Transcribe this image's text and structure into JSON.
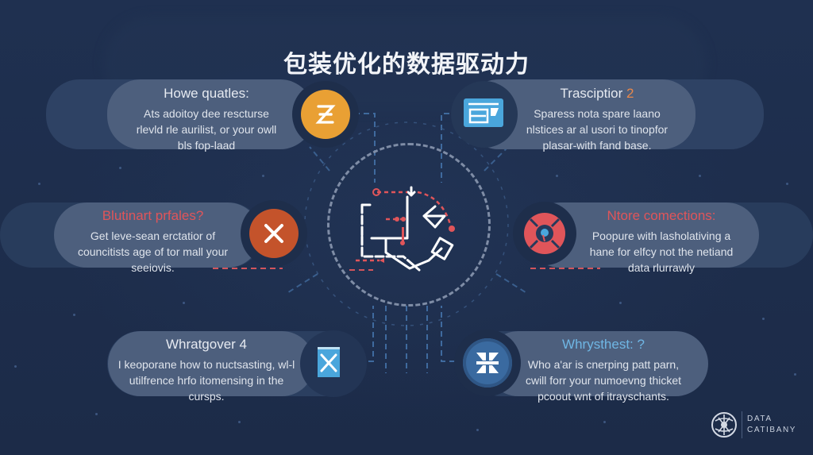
{
  "title": "包装优化的数据驱动力",
  "colors": {
    "background": "#1d2d4a",
    "pill_outer": "#2e4264",
    "pill_inner": "#4d5f7d",
    "accent_orange": "#e9a034",
    "accent_red": "#e0555a",
    "accent_rust": "#c4532b",
    "accent_blue": "#4aa6dc",
    "accent_steel_blue": "#3a6aa0"
  },
  "cards": [
    {
      "id": "top-left",
      "title": "Howe quatles:",
      "title_color": "#e6eaf1",
      "body": [
        "Ats adoitoy dee resctursе",
        "rlevld rle aurilist, or your owll",
        "bls fop-laad"
      ],
      "icon": "letter-z-icon",
      "icon_glyph": "Ƶ"
    },
    {
      "id": "top-right",
      "title": "Trasciptior",
      "title_suffix": "2",
      "title_suffix_color": "#e9884a",
      "body": [
        "Sparess nota spare laano",
        "nlstices ar al usori to tinopfor",
        "plasar-with fand base."
      ],
      "icon": "window-document-icon"
    },
    {
      "id": "middle-left",
      "title": "Blutinart prfales?",
      "title_color": "#e0555a",
      "body": [
        "Get leve-sean erctatior of",
        "councitists age of tor mall your",
        "seeiovis."
      ],
      "icon": "close-x-icon"
    },
    {
      "id": "middle-right",
      "title": "Ntore comections:",
      "title_color": "#e0555a",
      "body": [
        "Poopure with lasholativing a",
        "hane for elfcy not the netiand",
        "data rlurrawly"
      ],
      "icon": "lifebuoy-icon"
    },
    {
      "id": "bottom-left",
      "title": "Whratgover 4",
      "title_color": "#e6eaf1",
      "body": [
        "I keoporane how to nuctsasting, wl-l",
        "utilfrence hrfo itomensing in the",
        "cursps."
      ],
      "icon": "x-box-icon"
    },
    {
      "id": "bottom-right",
      "title": "Whrysthest: ?",
      "title_color": "#6fb6e4",
      "body": [
        "Who a'ar is cnerping patt parn,",
        "cwill forr your numoevng thicket",
        "pcoout wnt of itrayschants."
      ],
      "icon": "cross-arrows-icon"
    }
  ],
  "center": {
    "icon": "handshake-data-flow-icon"
  },
  "brand": {
    "line1": "DATA",
    "line2": "CATIBANY",
    "icon": "globe-emblem-icon"
  }
}
